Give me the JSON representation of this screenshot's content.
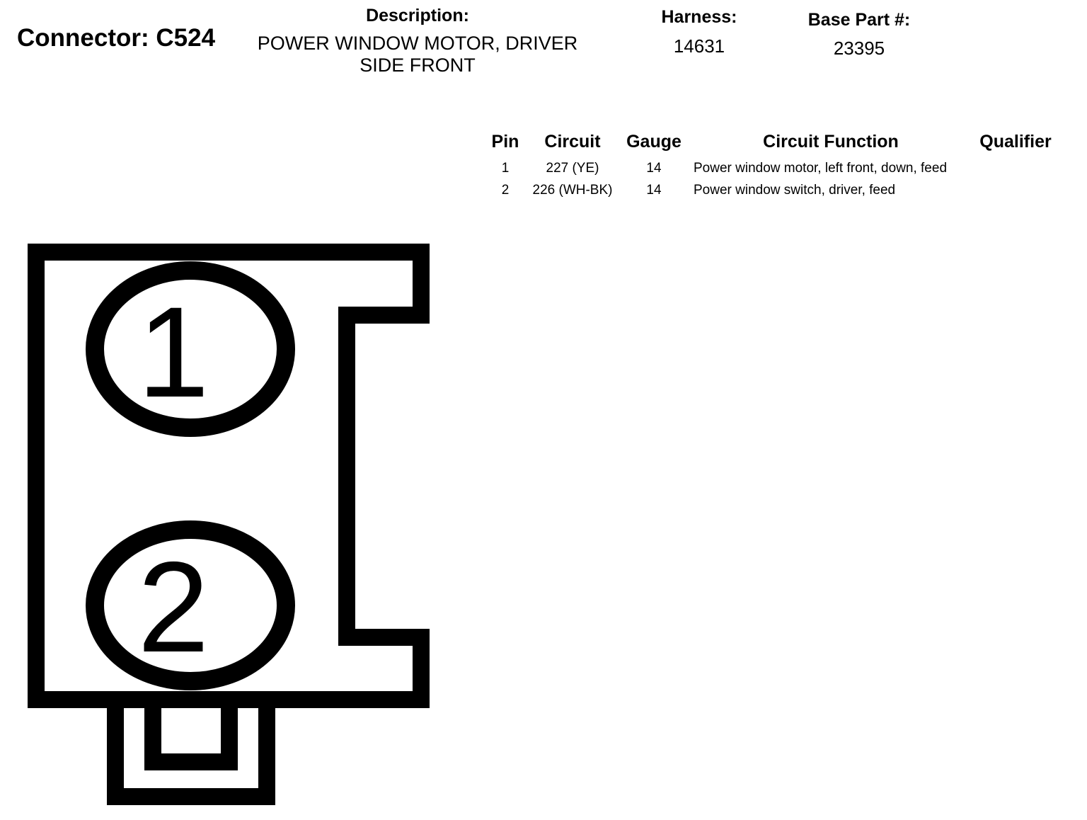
{
  "header": {
    "connector_title": "Connector: C524",
    "description_label": "Description:",
    "description_line1": "POWER WINDOW MOTOR, DRIVER",
    "description_line2": "SIDE FRONT",
    "harness_label": "Harness:",
    "harness_value": "14631",
    "base_part_label": "Base Part #:",
    "base_part_value": "23395"
  },
  "table": {
    "headers": {
      "pin": "Pin",
      "circuit": "Circuit",
      "gauge": "Gauge",
      "function": "Circuit Function",
      "qualifier": "Qualifier"
    },
    "rows": [
      {
        "pin": "1",
        "circuit": "227 (YE)",
        "gauge": "14",
        "function": "Power window motor, left front, down, feed",
        "qualifier": ""
      },
      {
        "pin": "2",
        "circuit": "226 (WH-BK)",
        "gauge": "14",
        "function": "Power window switch, driver, feed",
        "qualifier": ""
      }
    ]
  },
  "diagram": {
    "pin_labels": [
      "1",
      "2"
    ],
    "stroke_color": "#000000",
    "fill_color": "#ffffff"
  }
}
